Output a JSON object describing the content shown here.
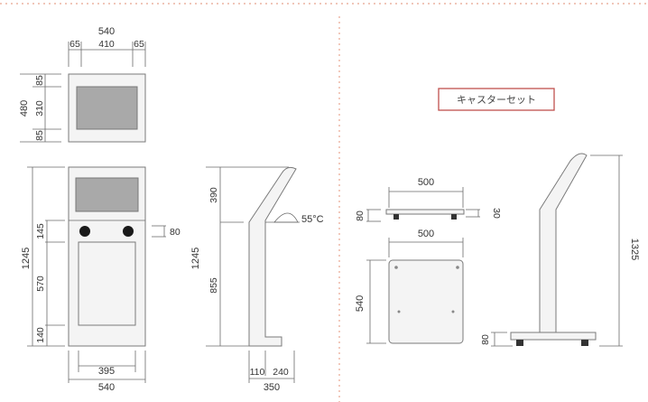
{
  "colors": {
    "divider": "#e8a58f",
    "screen": "#a9a9a9",
    "knob": "#1a1a1a",
    "badge_border": "#c0504d"
  },
  "top_view": {
    "width_total": "540",
    "seg_left": "65",
    "seg_mid": "410",
    "seg_right": "65",
    "height_total": "480",
    "h_top": "85",
    "h_mid": "310",
    "h_bot": "85"
  },
  "front_view": {
    "height_total": "1245",
    "h_145": "145",
    "h_570": "570",
    "h_140": "140",
    "knob_dim": "80",
    "base_width": "395",
    "total_width": "540"
  },
  "side_view": {
    "h_390": "390",
    "h_1245": "1245",
    "h_855": "855",
    "angle": "55°C",
    "base_110": "110",
    "base_240": "240",
    "base_350": "350"
  },
  "caster_set": {
    "badge_label": "キャスターセット",
    "tray_width": "500",
    "tray_h_left": "80",
    "tray_h_right": "30",
    "plate_width": "500",
    "plate_height": "540",
    "total_height": "1325",
    "base_h": "80"
  }
}
